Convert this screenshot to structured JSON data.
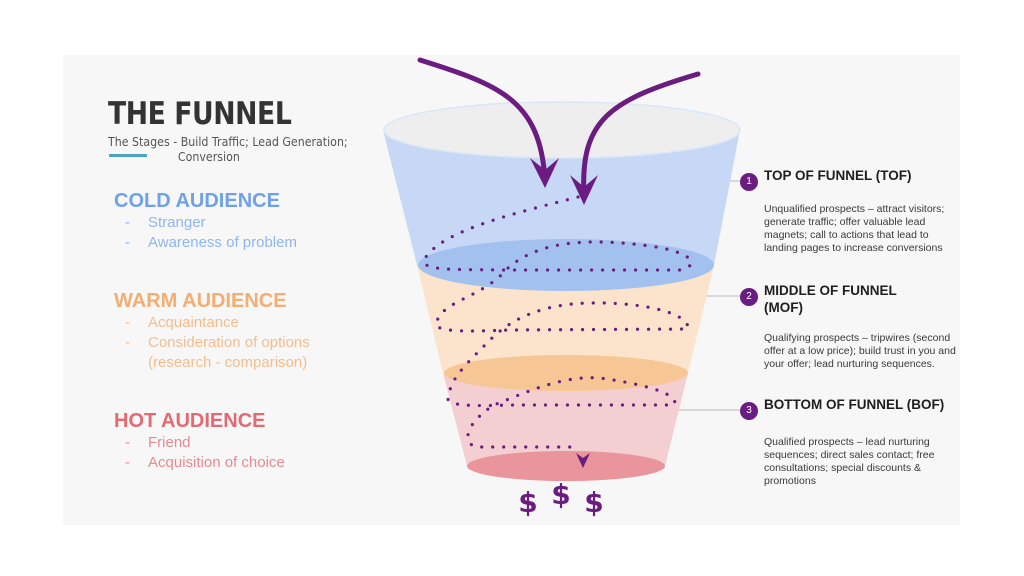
{
  "header": {
    "title": "THE FUNNEL",
    "subtitle_line1": "The Stages - Build Traffic; Lead Generation;",
    "subtitle_line2": "Conversion"
  },
  "audiences": [
    {
      "title": "COLD AUDIENCE",
      "color": "#6fa1ea",
      "items": [
        "Stranger",
        "Awareness of problem"
      ]
    },
    {
      "title": "WARM AUDIENCE",
      "color": "#f4ad72",
      "items": [
        "Acquaintance",
        "Consideration of options",
        "(research - comparison)"
      ]
    },
    {
      "title": "HOT AUDIENCE",
      "color": "#e26a72",
      "items": [
        "Friend",
        "Acquisition of choice"
      ]
    }
  ],
  "stages": [
    {
      "number": "1",
      "title": "TOP OF FUNNEL (TOF)",
      "description": "Unqualified prospects – attract visitors; generate traffic; offer valuable lead magnets; call to actions that lead to landing pages to increase conversions"
    },
    {
      "number": "2",
      "title": "MIDDLE OF FUNNEL (MOF)",
      "description": "Qualifying prospects –  tripwires (second offer at a low price); build trust in you and your offer; lead nurturing sequences."
    },
    {
      "number": "3",
      "title": "BOTTOM OF FUNNEL (BOF)",
      "description": "Qualified prospects – lead nurturing sequences; direct sales contact; free consultations; special discounts & promotions"
    }
  ],
  "funnel": {
    "colors": {
      "top": "#c6d8f5",
      "top_rim": "#eeeeef",
      "top_ellipse": "#a3c1ef",
      "middle": "#fbe3cc",
      "middle_ellipse": "#f7c695",
      "bottom": "#f4cfd1",
      "bottom_ellipse": "#e9959b",
      "accent": "#6b1c80"
    },
    "output_symbols": [
      "$",
      "$",
      "$"
    ]
  }
}
